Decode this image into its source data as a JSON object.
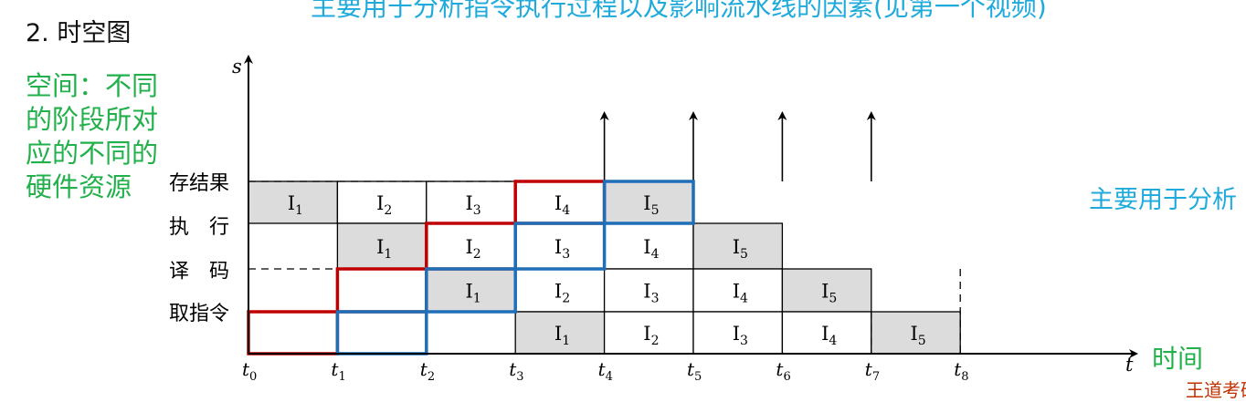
{
  "header": {
    "top_cut_text": "主要用于分析指令执行过程以及影响流水线的因素(见第一个视频)",
    "section_title": "2. 时空图"
  },
  "space_note": {
    "lines": [
      "空间：不同",
      "的阶段所对",
      "应的不同的",
      "硬件资源"
    ]
  },
  "right_cut_text": "主要用于分析",
  "bottom_cut_text": "王道考研",
  "colors": {
    "note_green": "#22b04b",
    "cyan_text": "#1faadc",
    "first_instruction_outline": "#c00000",
    "second_instruction_outline": "#1f6fb8",
    "shaded_cell": "#dcdcdc"
  },
  "diagram": {
    "y_axis_label": "s",
    "x_axis_label": "t",
    "x_axis_note": "时间",
    "stages": [
      "存结果",
      "执　行",
      "译　码",
      "取指令"
    ],
    "time_ticks": [
      {
        "main": "t",
        "sub": "0"
      },
      {
        "main": "t",
        "sub": "1"
      },
      {
        "main": "t",
        "sub": "2"
      },
      {
        "main": "t",
        "sub": "3"
      },
      {
        "main": "t",
        "sub": "4"
      },
      {
        "main": "t",
        "sub": "5"
      },
      {
        "main": "t",
        "sub": "6"
      },
      {
        "main": "t",
        "sub": "7"
      },
      {
        "main": "t",
        "sub": "8"
      }
    ],
    "cells": [
      {
        "stage": 3,
        "slot": 0,
        "label": "I",
        "sub": "1",
        "shaded": true
      },
      {
        "stage": 3,
        "slot": 1,
        "label": "I",
        "sub": "2",
        "shaded": false
      },
      {
        "stage": 3,
        "slot": 2,
        "label": "I",
        "sub": "3",
        "shaded": false
      },
      {
        "stage": 3,
        "slot": 3,
        "label": "I",
        "sub": "4",
        "shaded": false
      },
      {
        "stage": 3,
        "slot": 4,
        "label": "I",
        "sub": "5",
        "shaded": true
      },
      {
        "stage": 2,
        "slot": 1,
        "label": "I",
        "sub": "1",
        "shaded": true
      },
      {
        "stage": 2,
        "slot": 2,
        "label": "I",
        "sub": "2",
        "shaded": false
      },
      {
        "stage": 2,
        "slot": 3,
        "label": "I",
        "sub": "3",
        "shaded": false
      },
      {
        "stage": 2,
        "slot": 4,
        "label": "I",
        "sub": "4",
        "shaded": false
      },
      {
        "stage": 2,
        "slot": 5,
        "label": "I",
        "sub": "5",
        "shaded": true
      },
      {
        "stage": 1,
        "slot": 2,
        "label": "I",
        "sub": "1",
        "shaded": true
      },
      {
        "stage": 1,
        "slot": 3,
        "label": "I",
        "sub": "2",
        "shaded": false
      },
      {
        "stage": 1,
        "slot": 4,
        "label": "I",
        "sub": "3",
        "shaded": false
      },
      {
        "stage": 1,
        "slot": 5,
        "label": "I",
        "sub": "4",
        "shaded": false
      },
      {
        "stage": 1,
        "slot": 6,
        "label": "I",
        "sub": "5",
        "shaded": true
      },
      {
        "stage": 0,
        "slot": 3,
        "label": "I",
        "sub": "1",
        "shaded": true
      },
      {
        "stage": 0,
        "slot": 4,
        "label": "I",
        "sub": "2",
        "shaded": false
      },
      {
        "stage": 0,
        "slot": 5,
        "label": "I",
        "sub": "3",
        "shaded": false
      },
      {
        "stage": 0,
        "slot": 6,
        "label": "I",
        "sub": "4",
        "shaded": false
      },
      {
        "stage": 0,
        "slot": 7,
        "label": "I",
        "sub": "5",
        "shaded": true
      }
    ],
    "output_arrow_slots": [
      4,
      5,
      6,
      7
    ],
    "highlight_paths": [
      {
        "name": "instruction-1-path",
        "color_key": "first_instruction_outline",
        "start_slot": 0
      },
      {
        "name": "instruction-2-path",
        "color_key": "second_instruction_outline",
        "start_slot": 1
      }
    ]
  }
}
